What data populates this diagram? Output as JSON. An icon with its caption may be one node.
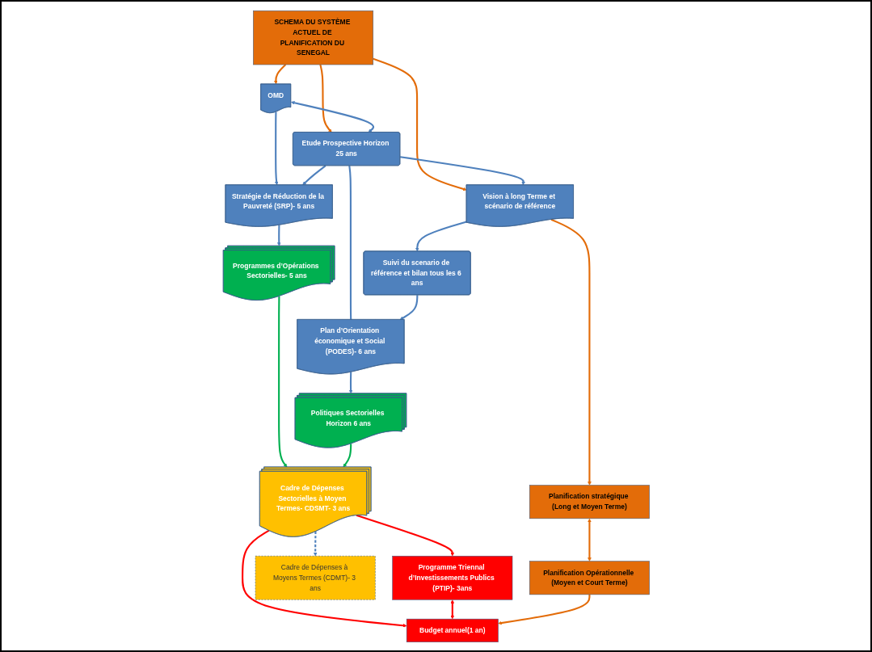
{
  "diagram": {
    "nodes": [
      {
        "text": [
          "SCHEMA DU SYSTÈME ACTUEL DE PLANIFICATION DU SENEGAL"
        ]
      },
      {
        "text": [
          "OMD"
        ]
      },
      {
        "text": [
          "Etude Prospective Horizon 25 ans"
        ]
      },
      {
        "text": [
          "Vision à long Terme et scénario de référence"
        ]
      },
      {
        "text": [
          "Planification stratégique (Long et Moyen Terme)"
        ]
      },
      {
        "text": [
          "Stratégie de Réduction de la Pauvreté (SRP)- 5 ans"
        ]
      },
      {
        "text": [
          "Plan d’Orientation économique et Social (PODES)- 6 ans"
        ]
      },
      {
        "text": [
          "Suivi du scenario de référence et bilan tous les 6 ans"
        ]
      },
      {
        "text": [
          "Programmes d’Opérations Sectorielles- 5 ans"
        ]
      },
      {
        "text": [
          "Politiques Sectorielles Horizon 6 ans"
        ]
      },
      {
        "text": [
          "Planification Opérationnelle (Moyen et Court Terme)"
        ]
      },
      {
        "text": [
          "Cadre de Dépenses Sectorielles à Moyen Termes- CDSMT- 3 ans"
        ]
      },
      {
        "text": [
          "Cadre de Dépenses à Moyens Termes (CDMT)- 3 ans"
        ]
      },
      {
        "text": [
          "Programme Triennal d’Investissements Publics (PTIP)- 3ans"
        ]
      },
      {
        "text": [
          "Budget annuel(1 an)"
        ]
      }
    ],
    "edges": [
      {
        "from": 0,
        "to": 1,
        "arrow": "to",
        "color": "#e36c09"
      },
      {
        "from": 0,
        "to": 2,
        "arrow": "to",
        "color": "#e36c09"
      },
      {
        "from": 0,
        "to": 3,
        "arrow": "to",
        "color": "#e36c09"
      },
      {
        "from": 1,
        "to": 2,
        "arrow": "both"
      },
      {
        "from": 2,
        "to": 3,
        "arrow": "to"
      },
      {
        "from": 3,
        "to": 4,
        "arrow": "to",
        "color": "#e36c09"
      },
      {
        "from": 1,
        "to": 5,
        "arrow": "to"
      },
      {
        "from": 2,
        "to": 5,
        "arrow": "to"
      },
      {
        "from": 2,
        "to": 6,
        "arrow": "none"
      },
      {
        "from": 3,
        "to": 7,
        "arrow": "to"
      },
      {
        "from": 7,
        "to": 6,
        "arrow": "to"
      },
      {
        "from": 4,
        "to": 10,
        "arrow": "both",
        "color": "#e36c09"
      },
      {
        "from": 5,
        "to": 8,
        "arrow": "to"
      },
      {
        "from": 6,
        "to": 9,
        "arrow": "to"
      },
      {
        "from": 8,
        "to": 11,
        "arrow": "to",
        "color": "#00b050"
      },
      {
        "from": 9,
        "to": 11,
        "arrow": "to",
        "color": "#00b050"
      },
      {
        "from": 11,
        "to": 12,
        "arrow": "to",
        "style": "dashed"
      },
      {
        "from": 11,
        "to": 13,
        "arrow": "to",
        "color": "#ff0000"
      },
      {
        "from": 11,
        "to": 14,
        "arrow": "to",
        "color": "#ff0000"
      },
      {
        "from": 13,
        "to": 14,
        "arrow": "both",
        "color": "#ff0000"
      },
      {
        "from": 10,
        "to": 14,
        "arrow": "to",
        "color": "#e36c09"
      }
    ]
  }
}
